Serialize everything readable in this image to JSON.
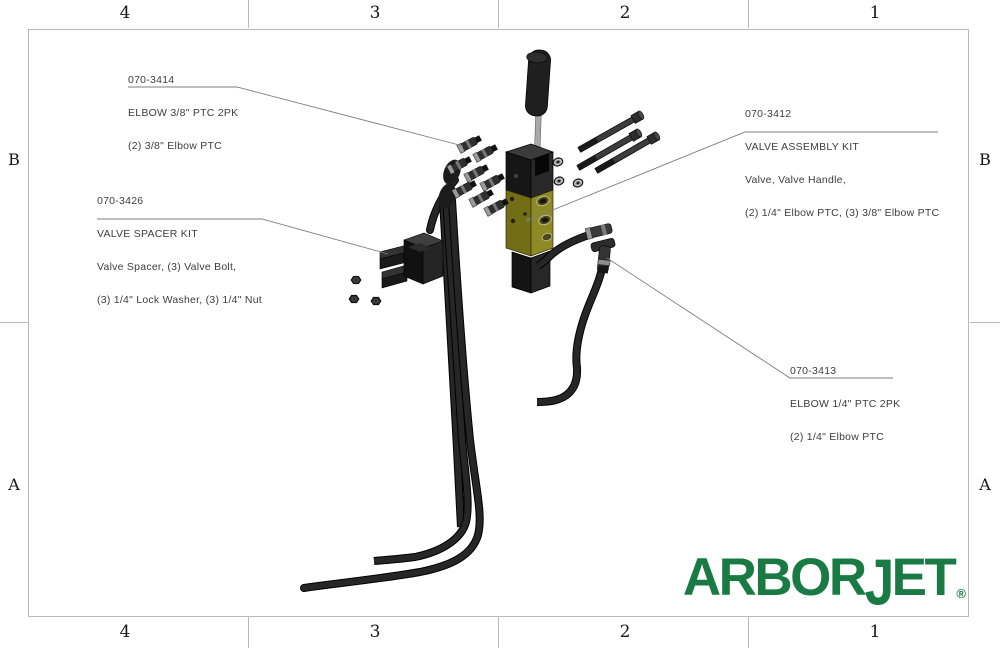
{
  "colors": {
    "logo_green": "#1a7a44",
    "valve_body_olive": "#8d8a26",
    "valve_body_olive_dark": "#716e16",
    "part_black": "#212121",
    "leader_line_gray": "#7d7d7d",
    "frame_gray": "#b9b9b9"
  },
  "frame": {
    "column_labels": [
      "4",
      "3",
      "2",
      "1"
    ],
    "row_labels": [
      "B",
      "A"
    ]
  },
  "callouts": [
    {
      "lines": [
        "070-3414",
        "ELBOW 3/8\" PTC 2PK",
        "(2) 3/8\" Elbow PTC"
      ]
    },
    {
      "lines": [
        "070-3426",
        "VALVE SPACER KIT",
        "Valve Spacer, (3) Valve Bolt,",
        "(3) 1/4\" Lock Washer, (3) 1/4\" Nut"
      ]
    },
    {
      "lines": [
        "070-3412",
        "VALVE ASSEMBLY KIT",
        "Valve, Valve Handle,",
        "(2) 1/4\" Elbow PTC, (3) 3/8\" Elbow PTC"
      ]
    },
    {
      "lines": [
        "070-3413",
        "ELBOW 1/4\" PTC 2PK",
        "(2) 1/4\" Elbow PTC"
      ]
    }
  ],
  "logo": {
    "part1": "ARBOR",
    "part2": "J",
    "part3": "ET",
    "registered": "®"
  }
}
